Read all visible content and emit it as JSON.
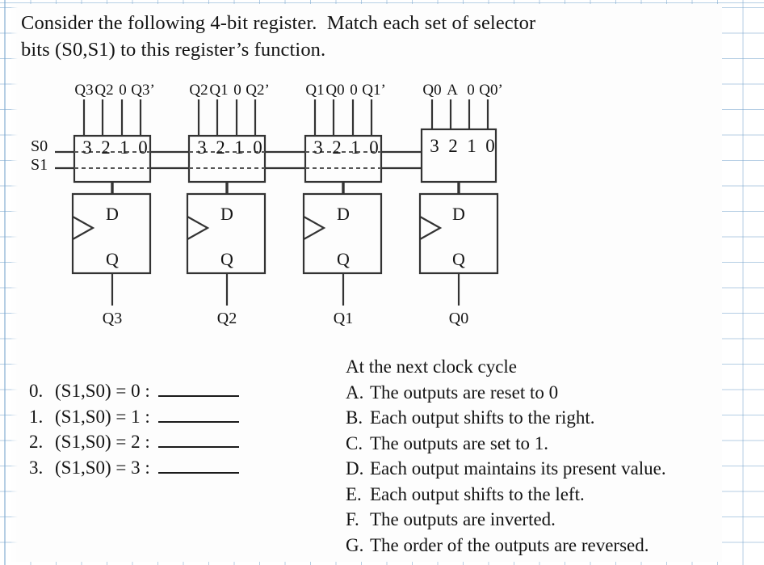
{
  "prompt": {
    "line1": "Consider the following 4-bit register.  Match each set of selector",
    "line2": "bits (S0,S1) to this register’s function."
  },
  "diagram": {
    "select_labels": {
      "s0": "S0",
      "s1": "S1"
    },
    "mux_port_labels": [
      "3",
      "2",
      "1",
      "0"
    ],
    "ff_labels": {
      "d": "D",
      "q": "Q"
    },
    "stages": [
      {
        "inputs": [
          "Q3",
          "Q2",
          "0",
          "Q3’"
        ],
        "mux_ports": [
          "3",
          "2",
          "1",
          "0"
        ],
        "ff_d": "D",
        "ff_q": "Q",
        "output": "Q3",
        "has_select_dashes": true
      },
      {
        "inputs": [
          "Q2",
          "Q1",
          "0",
          "Q2’"
        ],
        "mux_ports": [
          "3",
          "2",
          "1",
          "0"
        ],
        "ff_d": "D",
        "ff_q": "Q",
        "output": "Q2",
        "has_select_dashes": true
      },
      {
        "inputs": [
          "Q1",
          "Q0",
          "0",
          "Q1’"
        ],
        "mux_ports": [
          "3",
          "2",
          "1",
          "0"
        ],
        "ff_d": "D",
        "ff_q": "Q",
        "output": "Q1",
        "has_select_dashes": true
      },
      {
        "inputs": [
          "Q0",
          "A",
          "0",
          "Q0’"
        ],
        "mux_ports": [
          "3",
          "2",
          "1",
          "0"
        ],
        "ff_d": "D",
        "ff_q": "Q",
        "output": "Q0",
        "has_select_dashes": false
      }
    ]
  },
  "selector_list": [
    {
      "number": "0.",
      "text": "(S1,S0) = 0 :",
      "answer": ""
    },
    {
      "number": "1.",
      "text": "(S1,S0) = 1 :",
      "answer": ""
    },
    {
      "number": "2.",
      "text": "(S1,S0) = 2 :",
      "answer": ""
    },
    {
      "number": "3.",
      "text": "(S1,S0) = 3 :",
      "answer": ""
    }
  ],
  "answers": {
    "heading": "At the next clock cycle",
    "options": [
      {
        "letter": "A.",
        "text": "The outputs are reset to 0"
      },
      {
        "letter": "B.",
        "text": "Each output shifts to the right."
      },
      {
        "letter": "C.",
        "text": "The outputs are set to 1."
      },
      {
        "letter": "D.",
        "text": "Each output maintains its present value."
      },
      {
        "letter": "E.",
        "text": "Each output shifts to the left."
      },
      {
        "letter": "F.",
        "text": "The outputs are inverted."
      },
      {
        "letter": "G.",
        "text": "The order of the outputs are reversed."
      }
    ]
  },
  "colors": {
    "ink": "#141414",
    "wire": "#333333",
    "grid_line": "#78a5cd",
    "page": "#fdfdfd"
  }
}
